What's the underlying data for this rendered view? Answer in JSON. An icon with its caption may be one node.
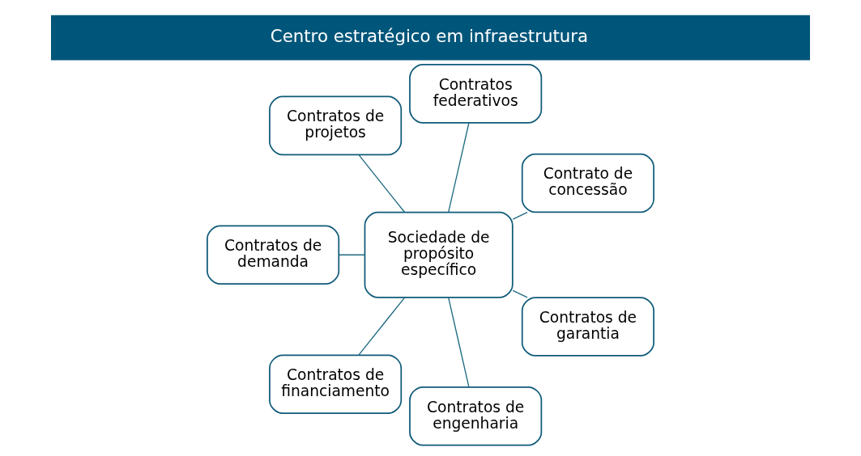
{
  "diagram": {
    "title": "Centro estratégico em infraestrutura",
    "nodes": [
      {
        "text": [
          "Sociedade de propósito específico"
        ]
      },
      {
        "text": [
          "Contrato de concessão"
        ]
      },
      {
        "text": [
          "Contratos federativos"
        ]
      },
      {
        "text": [
          "Contratos de projetos"
        ]
      },
      {
        "text": [
          "Contratos de demanda"
        ]
      },
      {
        "text": [
          "Contratos de financiamento"
        ]
      },
      {
        "text": [
          "Contratos de engenharia"
        ]
      },
      {
        "text": [
          "Contratos de garantia"
        ]
      }
    ],
    "edges": [
      {
        "from": 0,
        "to": 1,
        "arrow": "none"
      },
      {
        "from": 0,
        "to": 2,
        "arrow": "none"
      },
      {
        "from": 0,
        "to": 3,
        "arrow": "none"
      },
      {
        "from": 0,
        "to": 4,
        "arrow": "none"
      },
      {
        "from": 0,
        "to": 5,
        "arrow": "none"
      },
      {
        "from": 0,
        "to": 6,
        "arrow": "none"
      },
      {
        "from": 0,
        "to": 7,
        "arrow": "none"
      }
    ]
  }
}
